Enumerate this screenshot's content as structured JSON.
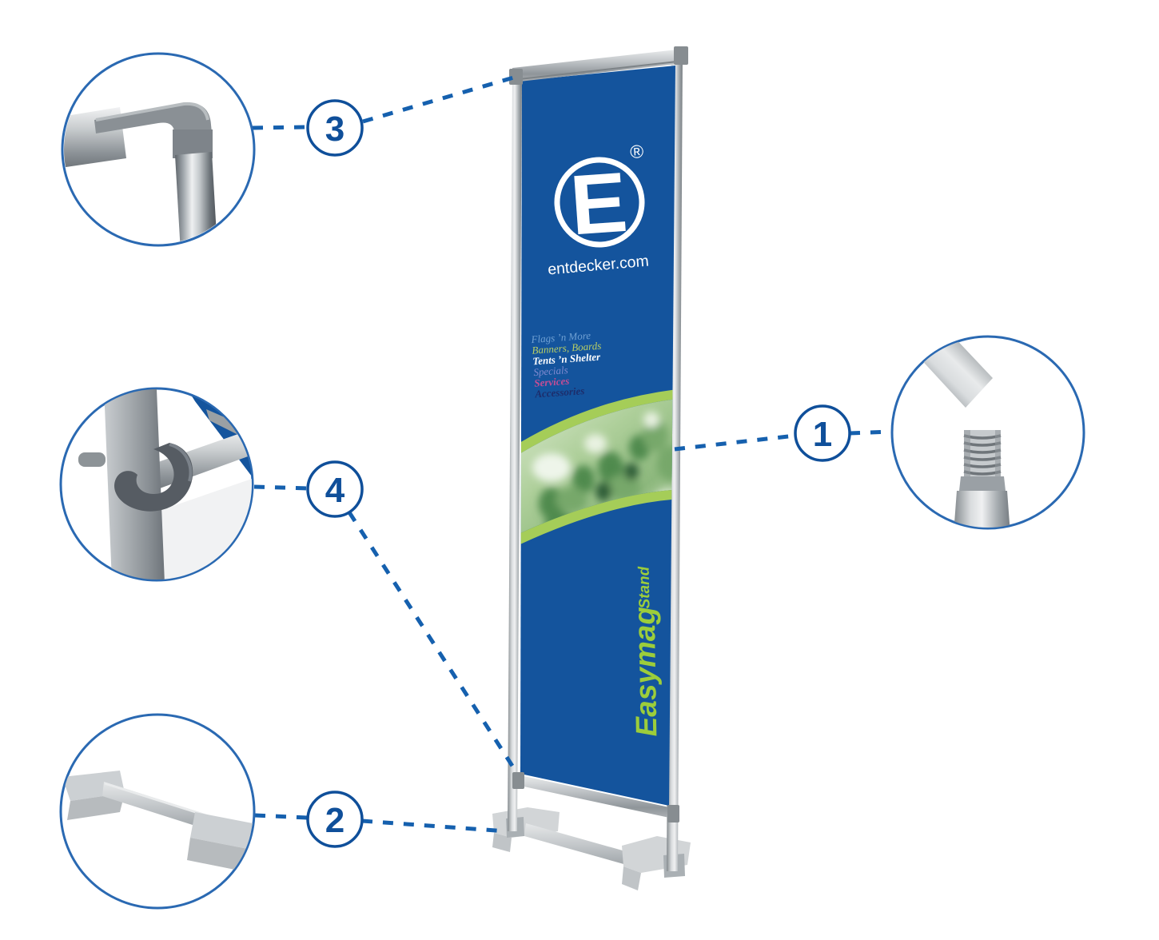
{
  "colors": {
    "accent_blue": "#1560ae",
    "badge_blue": "#0f4f9a",
    "circle_ring_blue": "#2a69b2",
    "banner_blue": "#14549d",
    "swoosh_green": "#a5cd58",
    "brand_green": "#9ccd3b",
    "frame_gray": "#a9aeb1"
  },
  "banner": {
    "logo_letter": "E",
    "registered_mark": "®",
    "website": "entdecker.com",
    "menu_items": [
      {
        "label": "Flags ’n More",
        "color": "#6fa0d3"
      },
      {
        "label": "Banners, Boards",
        "color": "#b6cd65"
      },
      {
        "label": "Tents ’n Shelter",
        "color": "#ffffff"
      },
      {
        "label": "Specials",
        "color": "#7f8ad0"
      },
      {
        "label": "Services",
        "color": "#c44d95"
      },
      {
        "label": "Accessories",
        "color": "#1d2d6b"
      }
    ],
    "product_name": "Easymag",
    "product_suffix": "Stand"
  },
  "callouts": {
    "one": {
      "number": "1"
    },
    "two": {
      "number": "2"
    },
    "three": {
      "number": "3"
    },
    "four": {
      "number": "4"
    }
  }
}
